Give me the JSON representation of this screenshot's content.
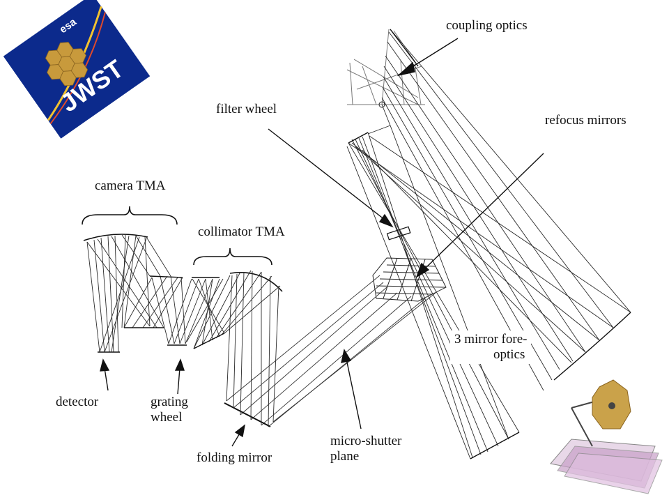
{
  "logo": {
    "agency": "esa",
    "mission": "JWST",
    "colors": {
      "background": "#0c2a8c",
      "mirror": "#c89a3c",
      "swoosh": "#f2c230",
      "text": "#ffffff"
    }
  },
  "labels": {
    "coupling_optics": "coupling optics",
    "filter_wheel": "filter wheel",
    "refocus_mirrors": "refocus mirrors",
    "camera_tma": "camera TMA",
    "collimator_tma": "collimator TMA",
    "fore_optics_line1": "3 mirror fore-",
    "fore_optics_line2": "optics",
    "detector": "detector",
    "grating_wheel_line1": "grating",
    "grating_wheel_line2": "wheel",
    "folding_mirror": "folding mirror",
    "micro_shutter_line1": "micro-shutter",
    "micro_shutter_line2": "plane"
  },
  "colors": {
    "line": "#1a1a1a",
    "text": "#111111",
    "telescope_foil": "#c8a0c8",
    "telescope_mirror": "#caa24a"
  }
}
